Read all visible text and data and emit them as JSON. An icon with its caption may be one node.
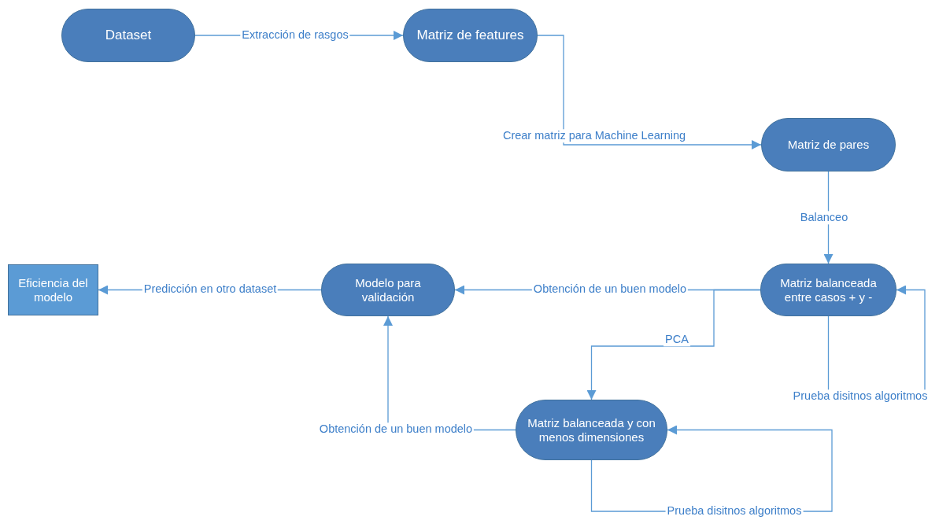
{
  "diagram": {
    "nodes": [
      {
        "text": [
          "Dataset"
        ]
      },
      {
        "text": [
          "Matriz de features"
        ]
      },
      {
        "text": [
          "Matriz de pares"
        ]
      },
      {
        "text": [
          "Matriz balanceada entre casos + y -"
        ]
      },
      {
        "text": [
          "Modelo para validación"
        ]
      },
      {
        "text": [
          "Eficiencia del modelo"
        ]
      },
      {
        "text": [
          "Matriz balanceada y con menos dimensiones"
        ]
      }
    ],
    "edges": [
      {
        "from": 0,
        "to": 1,
        "arrow": "to",
        "label": "Extracción de rasgos"
      },
      {
        "from": 1,
        "to": 2,
        "arrow": "to",
        "label": "Crear matriz para Machine Learning"
      },
      {
        "from": 2,
        "to": 3,
        "arrow": "to",
        "label": "Balanceo"
      },
      {
        "from": 3,
        "to": 4,
        "arrow": "to",
        "label": "Obtención de un buen modelo"
      },
      {
        "from": 3,
        "to": 6,
        "arrow": "to",
        "label": "PCA"
      },
      {
        "from": 4,
        "to": 5,
        "arrow": "to",
        "label": "Predicción en otro dataset"
      },
      {
        "from": 3,
        "to": 3,
        "arrow": "to",
        "label": "Prueba disitnos algoritmos"
      },
      {
        "from": 6,
        "to": 6,
        "arrow": "to",
        "label": "Prueba disitnos algoritmos"
      },
      {
        "from": 6,
        "to": 4,
        "arrow": "to",
        "label": "Obtención de un buen modelo"
      }
    ]
  }
}
